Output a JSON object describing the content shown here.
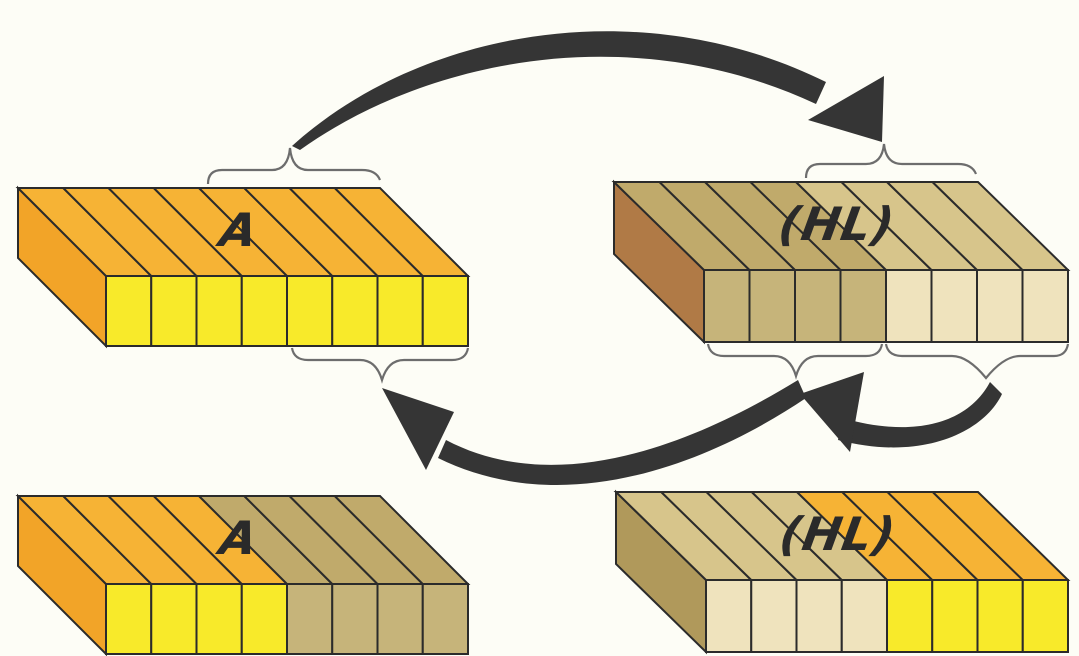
{
  "colors": {
    "background": "#fdfdf6",
    "yellow_top": "#f6b335",
    "yellow_left": "#f2a428",
    "yellow_front": "#f8ea2a",
    "olive_top": "#c0aa6b",
    "olive_left": "#b0995b",
    "olive_front": "#c6b47a",
    "cream_top": "#d7c58b",
    "cream_front": "#efe3bd",
    "rust_left": "#b07a46",
    "arrow": "#353535",
    "outline": "#2b2b2b"
  },
  "registers": {
    "a_before": {
      "label": "A",
      "segments": [
        "yellow",
        "yellow",
        "yellow",
        "yellow",
        "yellow",
        "yellow",
        "yellow",
        "yellow"
      ],
      "left_face": "yellow"
    },
    "hl_before": {
      "label": "(HL)",
      "segments": [
        "olive",
        "olive",
        "olive",
        "olive",
        "cream",
        "cream",
        "cream",
        "cream"
      ],
      "left_face": "rust"
    },
    "a_after": {
      "label": "A",
      "segments": [
        "yellow",
        "yellow",
        "yellow",
        "yellow",
        "olive",
        "olive",
        "olive",
        "olive"
      ],
      "left_face": "yellow"
    },
    "hl_after": {
      "label": "(HL)",
      "segments": [
        "cream",
        "cream",
        "cream",
        "cream",
        "yellow",
        "yellow",
        "yellow",
        "yellow"
      ],
      "left_face": "olive"
    }
  },
  "icons": {
    "arrow_a_to_hl": "curved-arrow",
    "arrow_hl_high_to_low": "curved-arrow",
    "arrow_hl_low_to_a": "curved-arrow"
  }
}
